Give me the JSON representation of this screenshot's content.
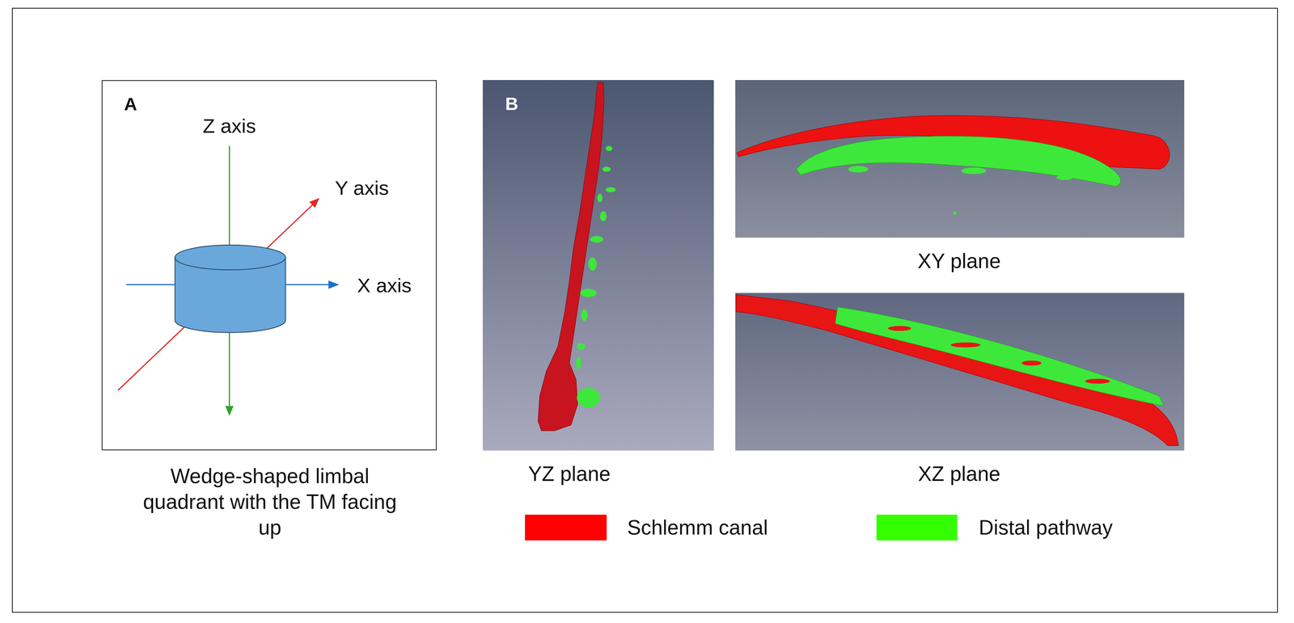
{
  "diagram": {
    "nodes": [
      {
        "text": [
          "A",
          "Wedge-shaped limbal quadrant with the TM facing up"
        ]
      },
      {
        "text": [
          "B",
          "YZ plane"
        ]
      },
      {
        "text": [
          "XY plane"
        ]
      },
      {
        "text": [
          "XZ plane"
        ]
      }
    ],
    "labels": [
      "Z axis",
      "Y axis",
      "X axis"
    ],
    "legend": [
      {
        "text": "Schlemm canal",
        "color": "#ff0000"
      },
      {
        "text": "Distal pathway",
        "color": "#33ff00"
      }
    ]
  }
}
